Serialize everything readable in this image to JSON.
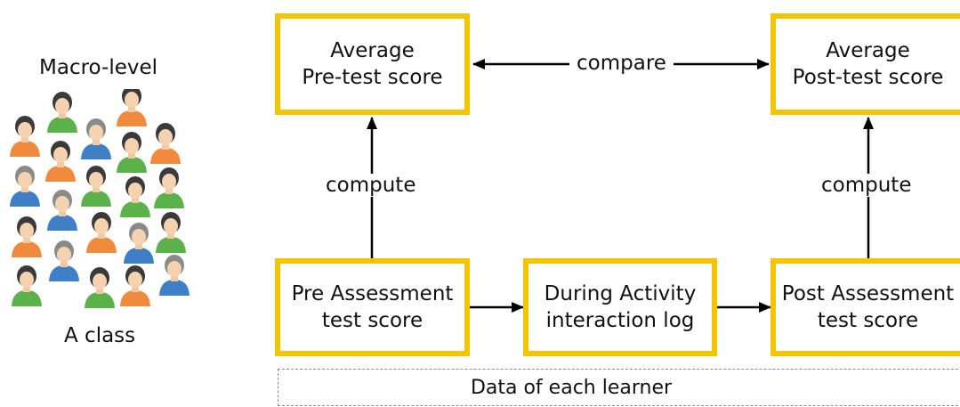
{
  "left_panel": {
    "top_label": "Macro-level",
    "bottom_label": "A class",
    "people_icon_colors": [
      "#f08a3c",
      "#5bb14a",
      "#3f7fc6"
    ]
  },
  "boxes": {
    "avg_pre": [
      "Average",
      "Pre-test score"
    ],
    "avg_post": [
      "Average",
      "Post-test score"
    ],
    "pre_assessment": [
      "Pre Assessment",
      "test score"
    ],
    "during_activity": [
      "During Activity",
      "interaction log"
    ],
    "post_assessment": [
      "Post Assessment",
      "test score"
    ]
  },
  "arrow_labels": {
    "compare": "compare",
    "compute_left": "compute",
    "compute_right": "compute"
  },
  "dashed_group_label": "Data of each learner",
  "colors": {
    "box_border": "#f5c400",
    "arrow": "#000000",
    "dashed_border": "#8a8a8a"
  }
}
